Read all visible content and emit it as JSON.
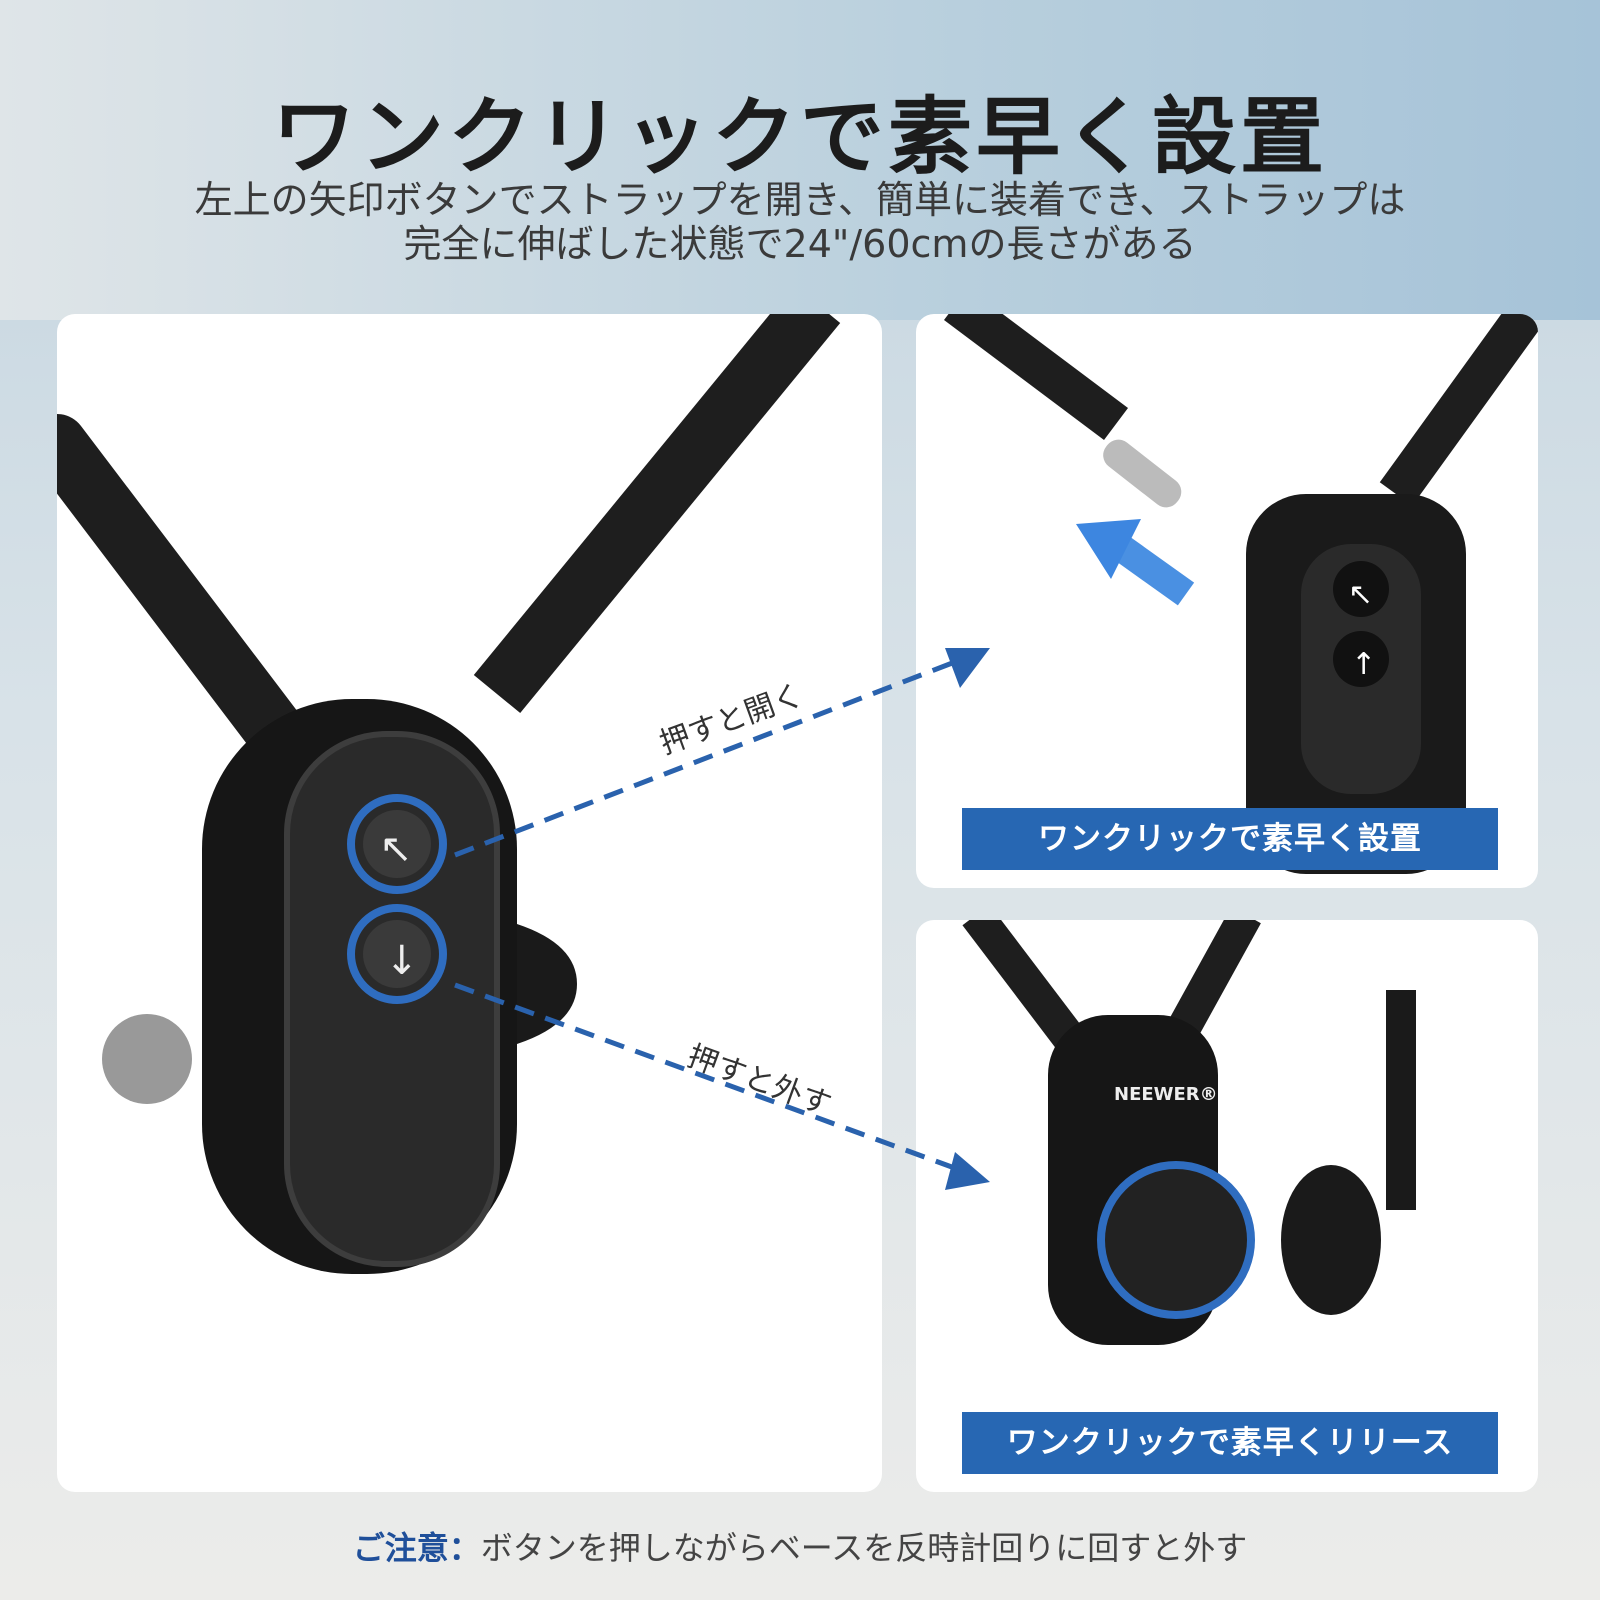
{
  "header": {
    "title": "ワンクリックで素早く設置",
    "subtitle_line1": "左上の矢印ボタンでストラップを開き、簡単に装着でき、ストラップは",
    "subtitle_line2": "完全に伸ばした状態で24\"/60cmの長さがある"
  },
  "main_panel": {
    "label_open": "押すと開く",
    "label_release": "押すと外す"
  },
  "panel_install": {
    "banner": "ワンクリックで素早く設置"
  },
  "panel_release": {
    "banner": "ワンクリックで素早くリリース",
    "brand": "NEEWER®"
  },
  "note": {
    "prefix": "ご注意：",
    "text": "ボタンを押しながらベースを反時計回りに回すと外す"
  },
  "colors": {
    "accent": "#2767b3",
    "arrow": "#2a62ad"
  }
}
